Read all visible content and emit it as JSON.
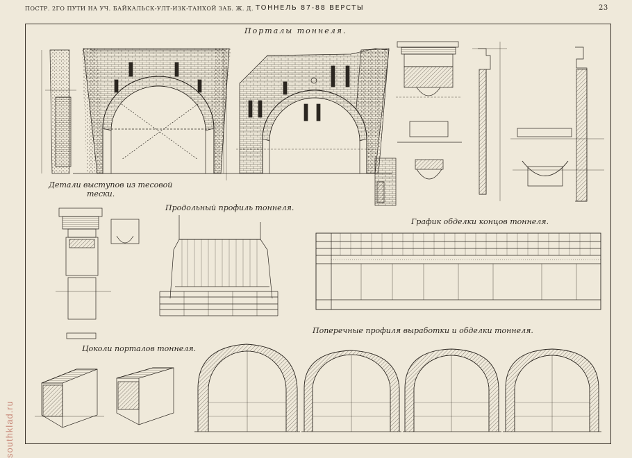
{
  "header": {
    "left": "ПОСТР. 2ГО ПУТИ НА УЧ. БАЙКАЛЬСК-УЛТ-ИЗК-ТАНХОЙ ЗАБ. Ж. Д.",
    "center": "ТОННЕЛЬ 87-88 ВЕРСТЫ",
    "page_number": "23"
  },
  "watermark": "southklad.ru",
  "captions": {
    "portals": "Порталы тоннеля.",
    "details": "Детали выступов из тесовой",
    "details_2": "тески.",
    "longitudinal": "Продольный профиль тоннеля.",
    "lining_graph": "График обделки концов тоннеля.",
    "plinths": "Цоколи порталов тоннеля.",
    "cross_sections": "Поперечные профиля выработки и обделки тоннеля."
  },
  "colors": {
    "paper": "#efe9da",
    "ink": "#2b2620",
    "watermark": "#a83a2a"
  }
}
